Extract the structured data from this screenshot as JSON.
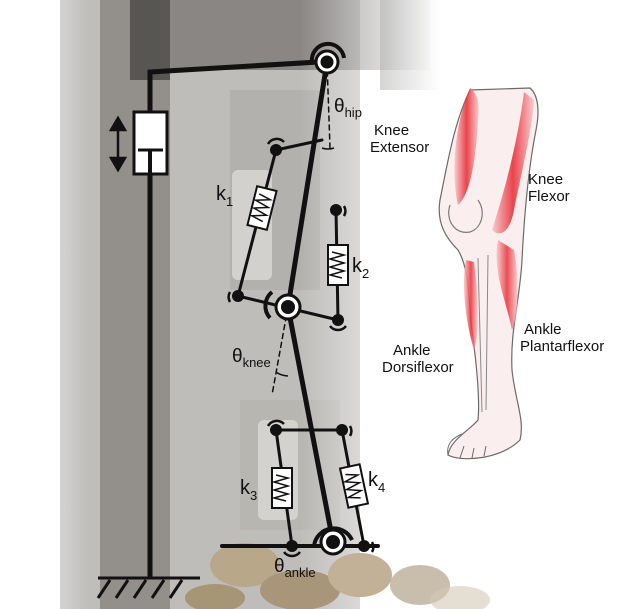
{
  "diagram": {
    "angles": {
      "hip": {
        "symbol": "θ",
        "sub": "hip"
      },
      "knee": {
        "symbol": "θ",
        "sub": "knee"
      },
      "ankle": {
        "symbol": "θ",
        "sub": "ankle"
      }
    },
    "springs": [
      {
        "k": "k",
        "sub": "1"
      },
      {
        "k": "k",
        "sub": "2"
      },
      {
        "k": "k",
        "sub": "3"
      },
      {
        "k": "k",
        "sub": "4"
      }
    ],
    "muscles": {
      "knee_extensor": [
        "Knee",
        "Extensor"
      ],
      "knee_flexor": [
        "Knee",
        "Flexor"
      ],
      "ankle_dorsiflexor": [
        "Ankle",
        "Dorsiflexor"
      ],
      "ankle_plantarflexor": [
        "Ankle",
        "Plantarflexor"
      ]
    },
    "colors": {
      "frame": "#111111",
      "muscle_red": "#e8313a",
      "muscle_pink": "#f6b7b9",
      "photo_gray": "#8e8c88",
      "rock": "#b4a184"
    }
  }
}
